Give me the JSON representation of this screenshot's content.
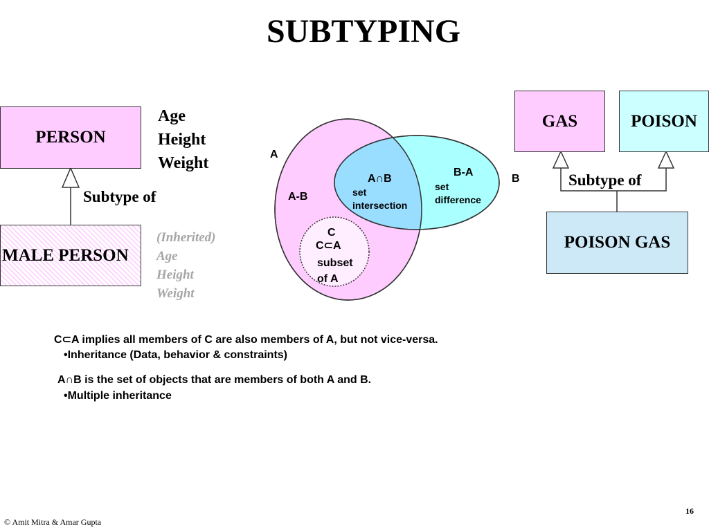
{
  "title": "SUBTYPING",
  "left": {
    "parent": "PERSON",
    "child": "MALE PERSON",
    "attributes": [
      "Age",
      "Height",
      "Weight"
    ],
    "subtype_label": "Subtype of",
    "inherited_label": "(Inherited)",
    "inherited": [
      "Age",
      "Height",
      "Weight"
    ]
  },
  "venn": {
    "set_a": "A",
    "set_b": "B",
    "a_minus_b": "A-B",
    "b_minus_a": "B-A",
    "intersection": "A∩B",
    "intersection_desc_1": "set",
    "intersection_desc_2": "intersection",
    "difference_desc_1": "set",
    "difference_desc_2": "difference",
    "set_c": "C",
    "subset_symbol": "C⊂A",
    "subset_desc_1": "subset",
    "subset_desc_2": "of A",
    "colors": {
      "a_fill": "#ffccff",
      "b_fill": "#aaffff",
      "intersection_fill": "#99ddff"
    }
  },
  "right": {
    "parent_1": "GAS",
    "parent_2": "POISON",
    "child": "POISON GAS",
    "subtype_label": "Subtype of"
  },
  "notes": {
    "line1": "C⊂A implies all members of C are also members of A, but not vice-versa.",
    "bullet1": "•Inheritance (Data, behavior & constraints)",
    "line2": "A∩B is the set of objects that are members of both A and B.",
    "bullet2": "•Multiple inheritance"
  },
  "footer": {
    "copyright": "© Amit Mitra & Amar Gupta",
    "page_number": "16"
  }
}
